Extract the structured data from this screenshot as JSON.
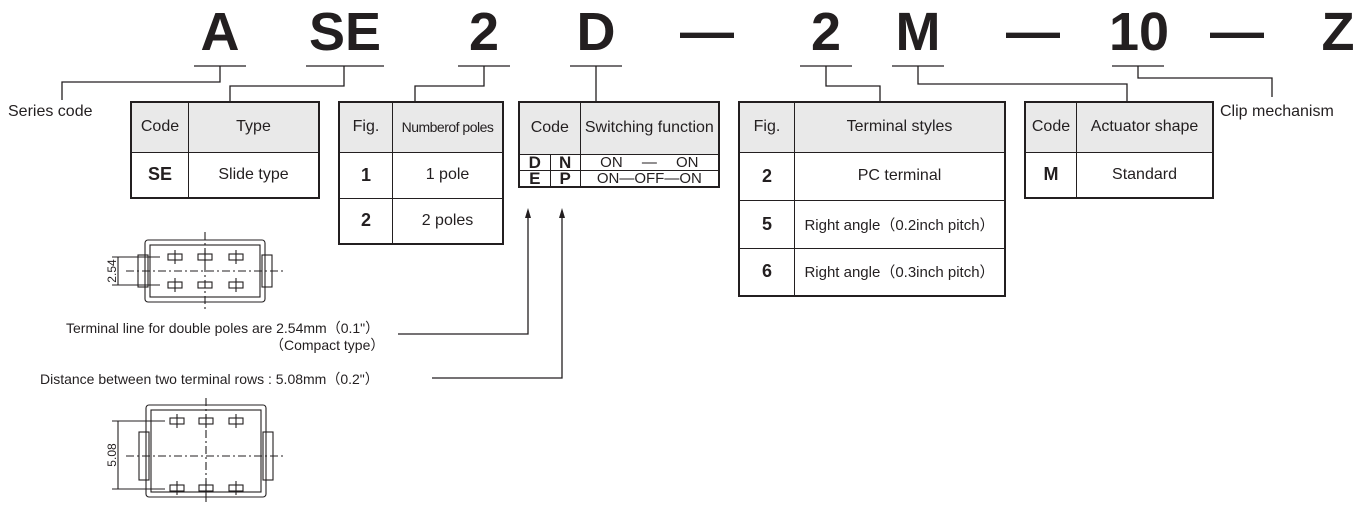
{
  "part_number": [
    "A",
    "SE",
    "2",
    "D",
    "—",
    "2",
    "M",
    "—",
    "10",
    "—",
    "Z"
  ],
  "labels": {
    "series_code": "Series code",
    "clip_mechanism": "Clip mechanism"
  },
  "type_table": {
    "headers": [
      "Code",
      "Type"
    ],
    "rows": [
      [
        "SE",
        "Slide type"
      ]
    ]
  },
  "poles_table": {
    "headers": [
      "Fig.",
      "Numberof poles"
    ],
    "rows": [
      [
        "1",
        "1 pole"
      ],
      [
        "2",
        "2 poles"
      ]
    ]
  },
  "switching_table": {
    "headers": [
      "Code",
      "Switching function"
    ],
    "rows": [
      {
        "c1": "D",
        "c2": "N",
        "func": "ON　 —　 ON"
      },
      {
        "c1": "E",
        "c2": "P",
        "func": "ON—OFF—ON"
      }
    ]
  },
  "terminal_table": {
    "headers": [
      "Fig.",
      "Terminal styles"
    ],
    "rows": [
      [
        "2",
        "PC terminal"
      ],
      [
        "5",
        "Right angle（0.2inch pitch）"
      ],
      [
        "6",
        "Right angle（0.3inch pitch）"
      ]
    ]
  },
  "actuator_table": {
    "headers": [
      "Code",
      "Actuator shape"
    ],
    "rows": [
      [
        "M",
        "Standard"
      ]
    ]
  },
  "notes": {
    "double_poles_line1": "Terminal line for double poles are 2.54mm（0.1\"）",
    "double_poles_line2": "（Compact type）",
    "distance": "Distance between two terminal rows : 5.08mm（0.2\"）"
  },
  "dimensions": {
    "small": "2.54",
    "large": "5.08"
  }
}
